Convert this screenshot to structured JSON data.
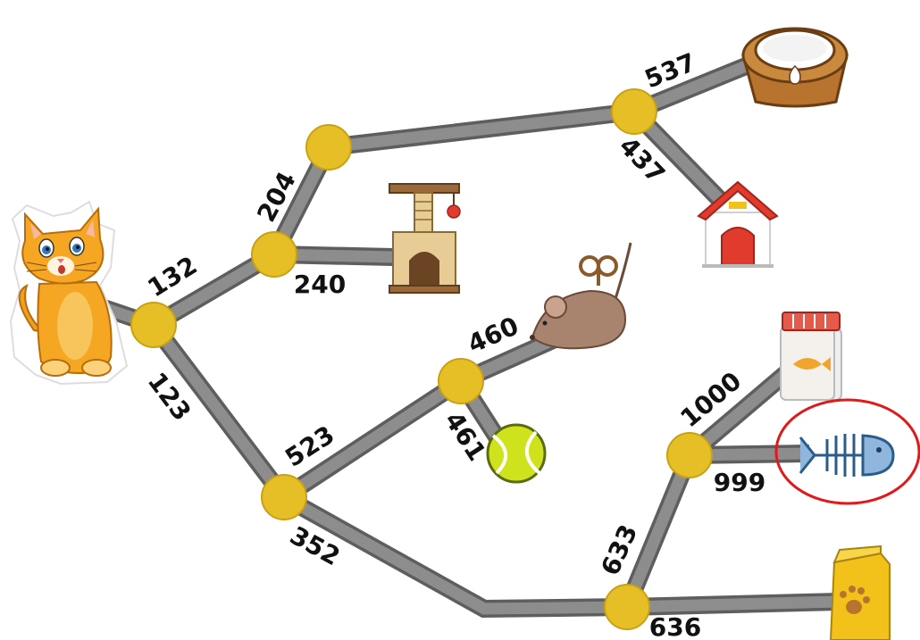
{
  "colors": {
    "path_outline": "#5e5e5e",
    "path_fill": "#8d8d8d",
    "node_fill": "#e6bf26",
    "node_stroke": "#c9a116",
    "highlight_ring": "#e01a1a"
  },
  "edges": {
    "cat_start": "132",
    "start_n1": "204",
    "n1_tree": "240",
    "n1_n2": "537",
    "n2_house": "437",
    "start_n3": "123",
    "n3_n4": "523",
    "n4_mouse": "460",
    "n4_ball": "461",
    "n3_n5": "352",
    "n5_food": "636",
    "n5_n6": "633",
    "n6_jar": "1000",
    "n6_fish": "999"
  },
  "icons": {
    "cat": "cat-icon",
    "bowl": "milk-bowl-icon",
    "house": "cat-house-icon",
    "tree": "scratching-post-icon",
    "mouse": "toy-mouse-icon",
    "ball": "tennis-ball-icon",
    "jar": "treat-jar-icon",
    "fish": "fish-bone-icon",
    "food": "cat-food-bag-icon"
  },
  "highlighted_item": "fish-bone-icon"
}
